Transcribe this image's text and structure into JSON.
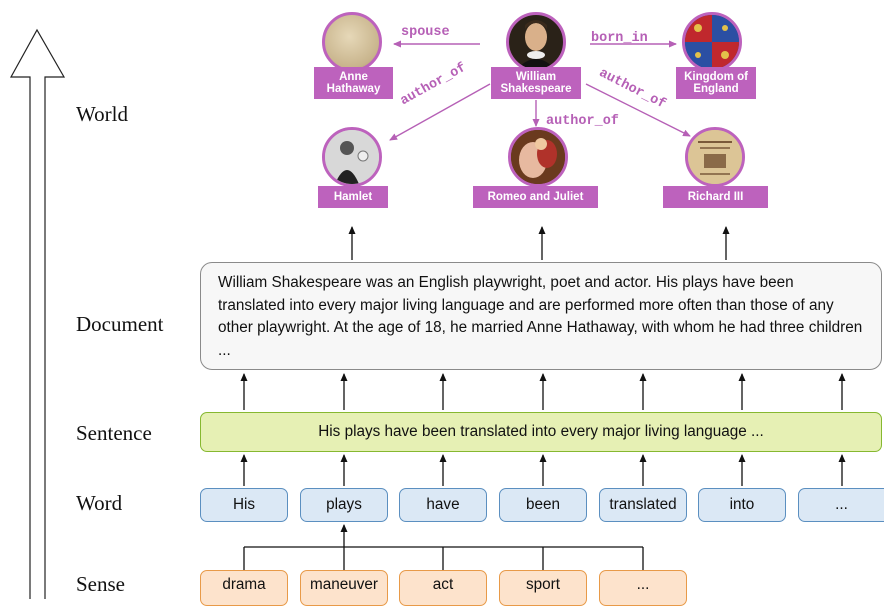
{
  "levels": {
    "world": "World",
    "document": "Document",
    "sentence": "Sentence",
    "word": "Word",
    "sense": "Sense"
  },
  "document_text": "William Shakespeare was an English playwright, poet and actor. His plays have been translated into every major living language and are performed more often than those of any other playwright. At the age of 18, he married Anne Hathaway, with whom he had three children ...",
  "sentence_text": "His plays have been translated into every major living language ...",
  "words": [
    "His",
    "plays",
    "have",
    "been",
    "translated",
    "into",
    "..."
  ],
  "senses": [
    "drama",
    "maneuver",
    "act",
    "sport",
    "..."
  ],
  "entities": {
    "anne": "Anne Hathaway",
    "william": "William Shakespeare",
    "kingdom": "Kingdom of England",
    "hamlet": "Hamlet",
    "romeo": "Romeo and Juliet",
    "richard": "Richard III"
  },
  "relations": {
    "spouse": "spouse",
    "born_in": "born_in",
    "author_left": "author_of",
    "author_mid": "author_of",
    "author_right": "author_of"
  },
  "colors": {
    "entity": "#bd62bd",
    "sentence_fill": "#e6f0b4",
    "word_fill": "#dbe8f5",
    "sense_fill": "#fde3cc",
    "document_fill": "#f7f7f7"
  }
}
